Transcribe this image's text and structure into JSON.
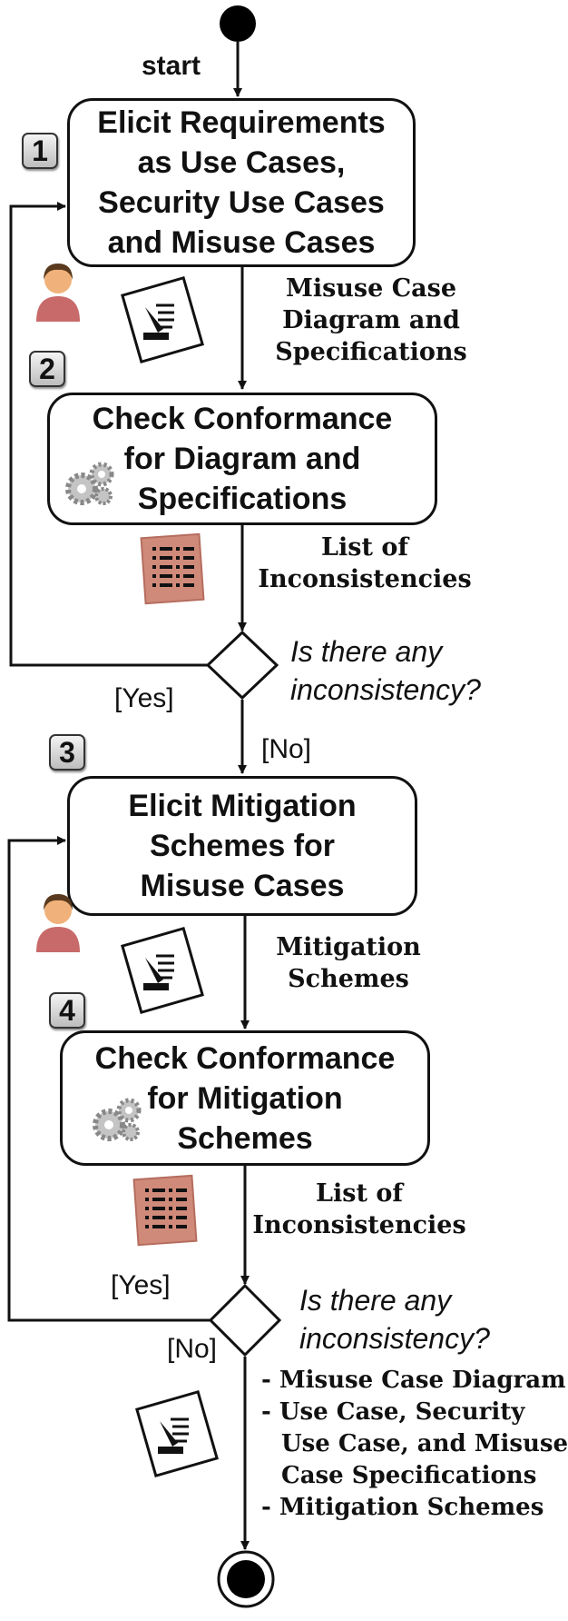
{
  "start_label": "start",
  "steps": [
    "1",
    "2",
    "3",
    "4"
  ],
  "activities": {
    "elicit_requirements": "Elicit Requirements\nas Use Cases,\nSecurity Use Cases\nand Misuse Cases",
    "check_conformance_1": "Check Conformance\nfor Diagram and\nSpecifications",
    "elicit_mitigation": "Elicit Mitigation\nSchemes for\nMisuse Cases",
    "check_conformance_2": "Check Conformance\nfor Mitigation\nSchemes"
  },
  "artifacts": {
    "misuse_spec": "Misuse Case\nDiagram and\nSpecifications",
    "inconsistencies_1": "List of\nInconsistencies",
    "mitigation": "Mitigation\nSchemes",
    "inconsistencies_2": "List of\nInconsistencies"
  },
  "decisions": {
    "question": "Is there any\ninconsistency?",
    "yes": "[Yes]",
    "no": "[No]"
  },
  "final_outputs": [
    "- Misuse Case Diagram",
    "- Use Case, Security",
    "  Use Case, and Misuse",
    "  Case Specifications",
    "- Mitigation Schemes"
  ],
  "icons": [
    "person-icon",
    "document-pen-icon",
    "gears-icon",
    "list-note-icon"
  ]
}
